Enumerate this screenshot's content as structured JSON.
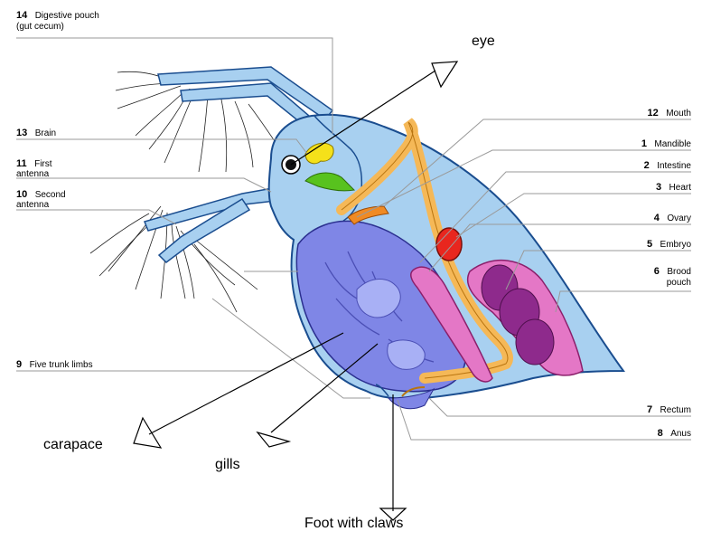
{
  "diagram": {
    "labels": [
      {
        "id": "digestive-pouch",
        "num": "14",
        "lines": [
          "Digestive pouch",
          "(gut cecum)"
        ]
      },
      {
        "id": "brain",
        "num": "13",
        "lines": [
          "Brain"
        ]
      },
      {
        "id": "first-antenna",
        "num": "11",
        "lines": [
          "First",
          "antenna"
        ]
      },
      {
        "id": "second-antenna",
        "num": "10",
        "lines": [
          "Second",
          "antenna"
        ]
      },
      {
        "id": "trunk-limbs",
        "num": "9",
        "lines": [
          "Five trunk limbs"
        ]
      },
      {
        "id": "mouth",
        "num": "12",
        "lines": [
          "Mouth"
        ]
      },
      {
        "id": "mandible",
        "num": "1",
        "lines": [
          "Mandible"
        ]
      },
      {
        "id": "intestine",
        "num": "2",
        "lines": [
          "Intestine"
        ]
      },
      {
        "id": "heart",
        "num": "3",
        "lines": [
          "Heart"
        ]
      },
      {
        "id": "ovary",
        "num": "4",
        "lines": [
          "Ovary"
        ]
      },
      {
        "id": "embryo",
        "num": "5",
        "lines": [
          "Embryo"
        ]
      },
      {
        "id": "brood-pouch",
        "num": "6",
        "lines": [
          "Brood",
          "pouch"
        ]
      },
      {
        "id": "rectum",
        "num": "7",
        "lines": [
          "Rectum"
        ]
      },
      {
        "id": "anus",
        "num": "8",
        "lines": [
          "Anus"
        ]
      }
    ],
    "annotations": {
      "eye": "eye",
      "carapace": "carapace",
      "gills": "gills",
      "foot": "Foot with claws"
    },
    "colors": {
      "carapace": "#a8d0f0",
      "outline": "#1a4d8f",
      "trunk_limbs": "#7f86e6",
      "intestine": "#f5b857",
      "heart": "#e8261e",
      "ovary": "#e477c6",
      "embryo": "#8e2a8c",
      "brain": "#f5e11a",
      "mouthparts": "#f08a23",
      "gland": "#58c21e"
    }
  }
}
